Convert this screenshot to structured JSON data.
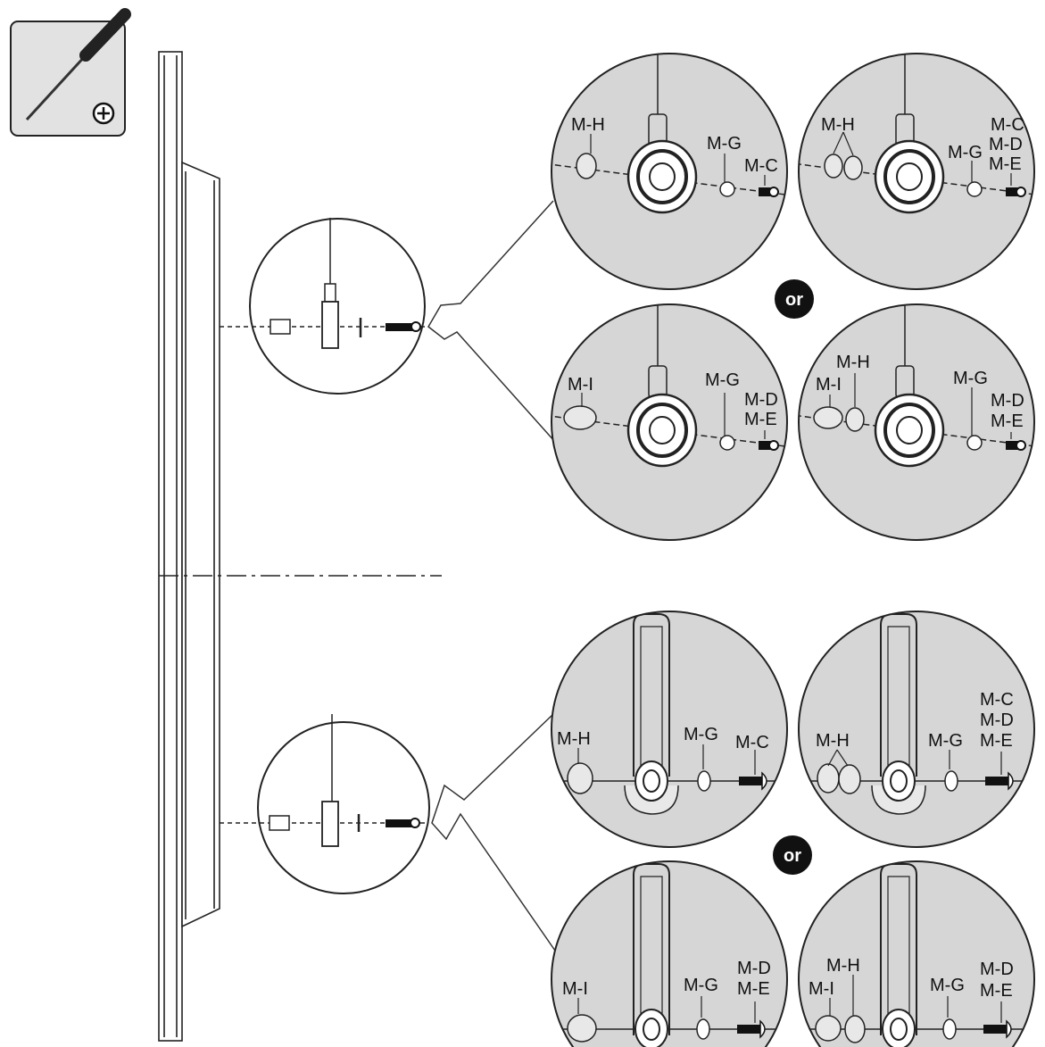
{
  "tool_icon": {
    "name": "phillips-screwdriver-icon",
    "symbol": "⊕"
  },
  "or_badges": [
    "or",
    "or"
  ],
  "top_options": [
    {
      "labels": [
        "M-H",
        "M-G",
        "M-C"
      ]
    },
    {
      "labels": [
        "M-H",
        "M-G",
        "M-C",
        "M-D",
        "M-E"
      ]
    },
    {
      "labels": [
        "M-I",
        "M-G",
        "M-D",
        "M-E"
      ]
    },
    {
      "labels": [
        "M-H",
        "M-I",
        "M-G",
        "M-D",
        "M-E"
      ]
    }
  ],
  "bottom_options": [
    {
      "labels": [
        "M-H",
        "M-G",
        "M-C"
      ]
    },
    {
      "labels": [
        "M-C",
        "M-D",
        "M-H",
        "M-G",
        "M-E"
      ]
    },
    {
      "labels": [
        "M-D",
        "M-I",
        "M-G",
        "M-E"
      ]
    },
    {
      "labels": [
        "M-H",
        "M-D",
        "M-I",
        "M-G",
        "M-E"
      ]
    }
  ]
}
